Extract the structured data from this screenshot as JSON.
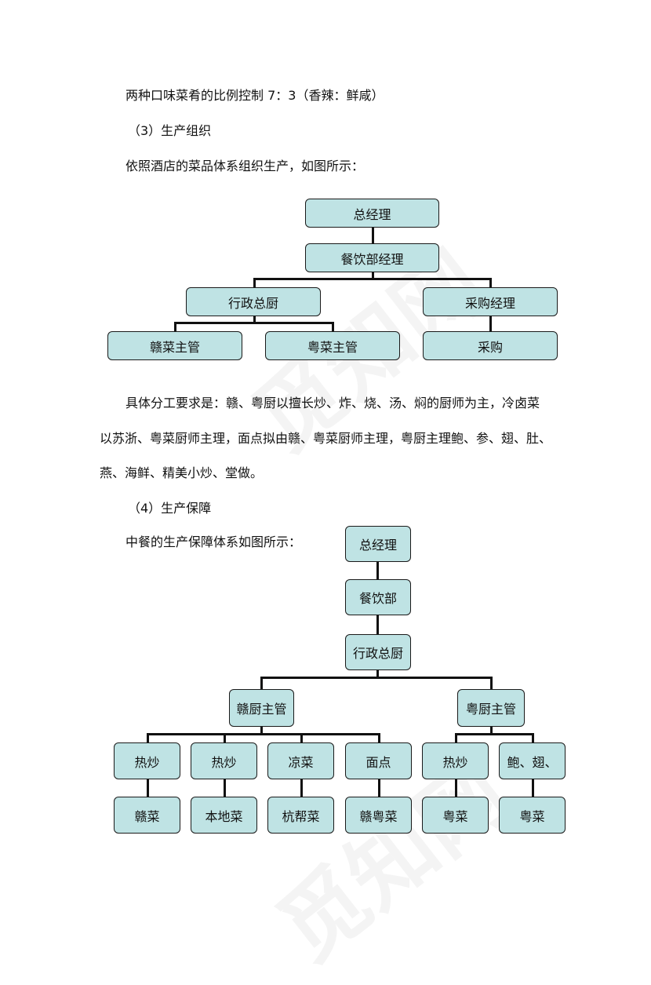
{
  "paragraphs": {
    "p1": "两种口味菜肴的比例控制 7：3（香辣：鲜咸）",
    "p2": "（3）生产组织",
    "p3": "依照酒店的菜品体系组织生产，如图所示：",
    "p4_line1": "具体分工要求是：赣、粤厨以擅长炒、炸、烧、汤、焖的厨师为主，冷卤菜",
    "p4_line2": "以苏浙、粤菜厨师主理，面点拟由赣、粤菜厨师主理，粤厨主理鲍、参、翅、肚、",
    "p4_line3": "燕、海鲜、精美小炒、堂做。",
    "p5": "（4）生产保障",
    "p6": "中餐的生产保障体系如图所示："
  },
  "chart1": {
    "gm": "总经理",
    "fb": "餐饮部经理",
    "chef": "行政总厨",
    "purchase_mgr": "采购经理",
    "gan_sup": "赣菜主管",
    "yue_sup": "粤菜主管",
    "purchase": "采购"
  },
  "chart2": {
    "gm": "总经理",
    "fb": "餐饮部",
    "chef": "行政总厨",
    "gan_chef": "赣厨主管",
    "yue_chef": "粤厨主管",
    "l1": [
      "热炒",
      "热炒",
      "凉菜",
      "面点",
      "热炒",
      "鲍、翅、"
    ],
    "l2": [
      "赣菜",
      "本地菜",
      "杭帮菜",
      "赣粤菜",
      "粤菜",
      "粤菜"
    ]
  },
  "colors": {
    "node_fill": "#bfe3e4",
    "node_border": "#1a1a1a"
  }
}
